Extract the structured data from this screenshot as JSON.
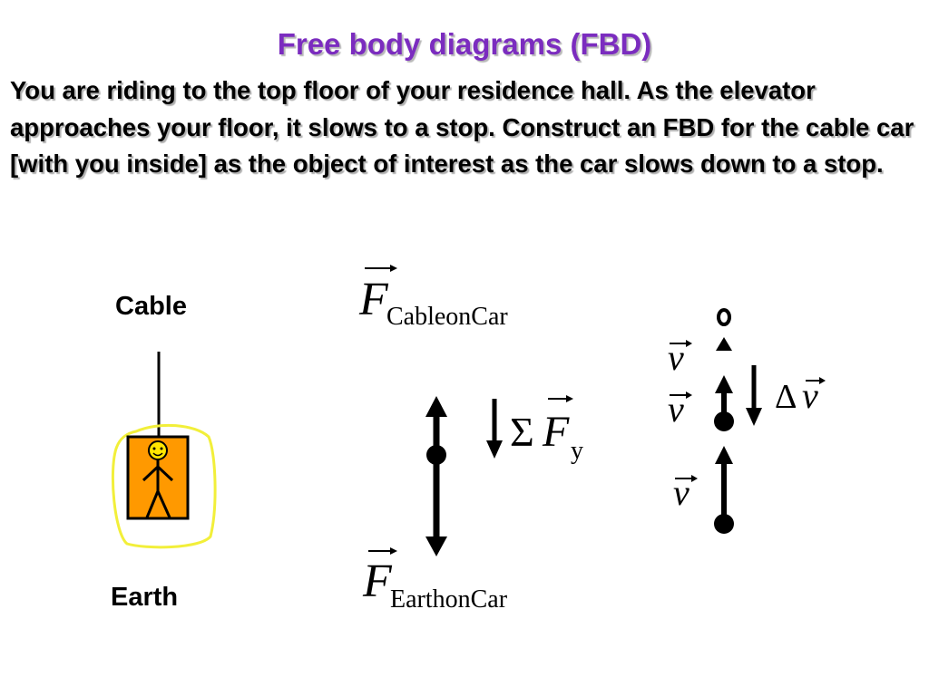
{
  "slide": {
    "title": "Free body diagrams (FBD)",
    "paragraph": "You are riding to the top floor of your residence hall.  As the elevator approaches your floor, it slows to a stop.  Construct an FBD for the cable car [with you inside] as the object of interest as the car slows down to a stop."
  },
  "sketch": {
    "cable_label": "Cable",
    "earth_label": "Earth"
  },
  "fbd": {
    "force_symbol": "F",
    "cable_force_sub": "CableonCar",
    "earth_force_sub": "EarthonCar",
    "sum_symbol": "Σ",
    "net_force_sub": "y"
  },
  "motion": {
    "velocity_symbol": "v",
    "delta_symbol": "Δ"
  },
  "colors": {
    "title": "#7b2cbf",
    "car_fill": "#ff9900",
    "outline_highlight": "#f2ef3a",
    "face": "#ffe600"
  }
}
